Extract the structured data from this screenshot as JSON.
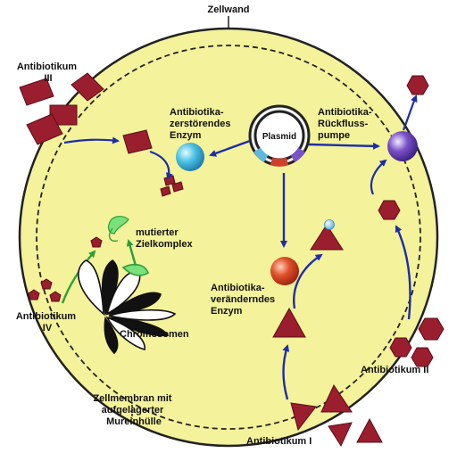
{
  "labels": {
    "zellwand": "Zellwand",
    "antibiotikum_iii": [
      "Antibiotikum",
      "III"
    ],
    "zerstoerendes_enzym": [
      "Antibiotika-",
      "zerstörendes",
      "Enzym"
    ],
    "plasmid": "Plasmid",
    "rueckfluss": [
      "Antibiotika-",
      "Rückfluss-",
      "pumpe"
    ],
    "zielkomplex": [
      "mutierter",
      "Zielkomplex"
    ],
    "antibiotikum_iv": [
      "Antibiotikum",
      "IV"
    ],
    "chromosomen": "Chromosomen",
    "veraenderndes_enzym": [
      "Antibiotika-",
      "veränderndes",
      "Enzym"
    ],
    "antibiotikum_ii": "Antibiotikum II",
    "zellmembran": [
      "Zellmembran mit",
      "aufgelagerter",
      "Mureinhülle"
    ],
    "antibiotikum_i": "Antibiotikum I"
  },
  "colors": {
    "cell_fill": "#f4f29a",
    "cell_outline": "#222222",
    "antibiotic": "#9b1e2e",
    "arrow_blue": "#1c2ea8",
    "arrow_green": "#2e9e3a",
    "enzyme_cyan": "#4fc3e6",
    "enzyme_red": "#e0502a",
    "pump_purple": "#7a52c8",
    "target_green": "#7ae07a"
  },
  "icons": {
    "antibiotic_iii": "parallelogram-icon",
    "antibiotic_iv": "pentagon-icon",
    "antibiotic_ii": "hexagon-icon",
    "antibiotic_i": "triangle-icon",
    "plasmid": "ring-icon",
    "pump": "sphere-icon",
    "enzyme": "sphere-icon"
  }
}
